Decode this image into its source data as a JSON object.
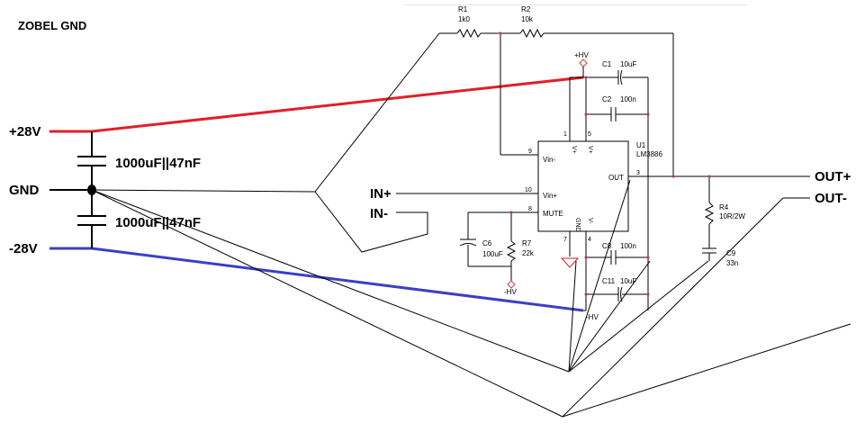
{
  "title": "ZOBEL GND",
  "supply": {
    "pos": "+28V",
    "gnd": "GND",
    "neg": "-28V",
    "cap_top": "1000uF||47nF",
    "cap_bot": "1000uF||47nF"
  },
  "inputs": {
    "in_pos": "IN+",
    "in_neg": "IN-"
  },
  "outputs": {
    "out_pos": "OUT+",
    "out_neg": "OUT-"
  },
  "components": {
    "r1_ref": "R1",
    "r1_val": "1k0",
    "r2_ref": "R2",
    "r2_val": "10k",
    "c1_ref": "C1",
    "c1_val": "10uF",
    "c2_ref": "C2",
    "c2_val": "100n",
    "u1_ref": "U1",
    "u1_val": "LM3886",
    "c6_ref": "C6",
    "c6_val": "100uF",
    "r7_ref": "R7",
    "r7_val": "22k",
    "c8_ref": "C8",
    "c8_val": "100n",
    "c11_ref": "C11",
    "c11_val": "10uF",
    "r4_ref": "R4",
    "r4_val": "10R/2W",
    "c9_ref": "C9",
    "c9_val": "33n",
    "hv_pos": "+HV",
    "hv_neg": "-HV",
    "hv_neg2": "-HV"
  },
  "ic_pins": {
    "vin_minus": "Vin-",
    "vin_plus": "Vin+",
    "mute": "MUTE",
    "out": "OUT",
    "gnd": "GND",
    "vplus_a": "V+",
    "vplus_b": "V+",
    "vminus": "V-",
    "p1": "1",
    "p5": "5",
    "p9": "9",
    "p10": "10",
    "p8": "8",
    "p3": "3",
    "p7": "7",
    "p4": "4"
  }
}
